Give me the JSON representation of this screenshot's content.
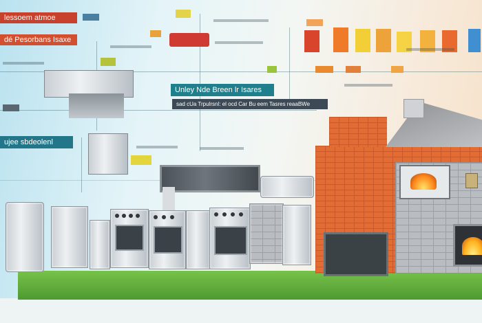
{
  "labels": {
    "top_left_1": "lessoem atmoe",
    "top_left_2": "dé Pesorbans Isaxe",
    "center_title": "Unley Nde Breen lr Isares",
    "center_subtitle": "sad cUa Trpulrsnl: el ocd Car Bu eem Tasres reaaBWe",
    "left_mid": "ujee sbdeolenl"
  },
  "colors": {
    "red_label": "#c8412c",
    "teal_label": "#1f7f8c",
    "brick": "#e36c33",
    "grass": "#5aa83a"
  },
  "icons": [
    "oven-icon",
    "fire-icon",
    "refrigerator-icon",
    "chimney-icon"
  ]
}
